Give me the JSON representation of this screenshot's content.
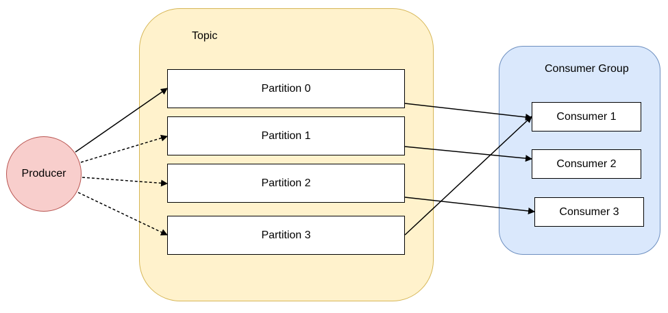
{
  "topic": {
    "label": "Topic"
  },
  "consumer_group": {
    "label": "Consumer Group"
  },
  "producer": {
    "label": "Producer"
  },
  "partitions": [
    "Partition 0",
    "Partition 1",
    "Partition 2",
    "Partition 3"
  ],
  "consumers": [
    "Consumer 1",
    "Consumer 2",
    "Consumer 3"
  ],
  "colors": {
    "topic_fill": "#fff2cc",
    "topic_stroke": "#d6b656",
    "group_fill": "#dae8fc",
    "group_stroke": "#6c8ebf",
    "producer_fill": "#f8cecc",
    "producer_stroke": "#b85450"
  }
}
